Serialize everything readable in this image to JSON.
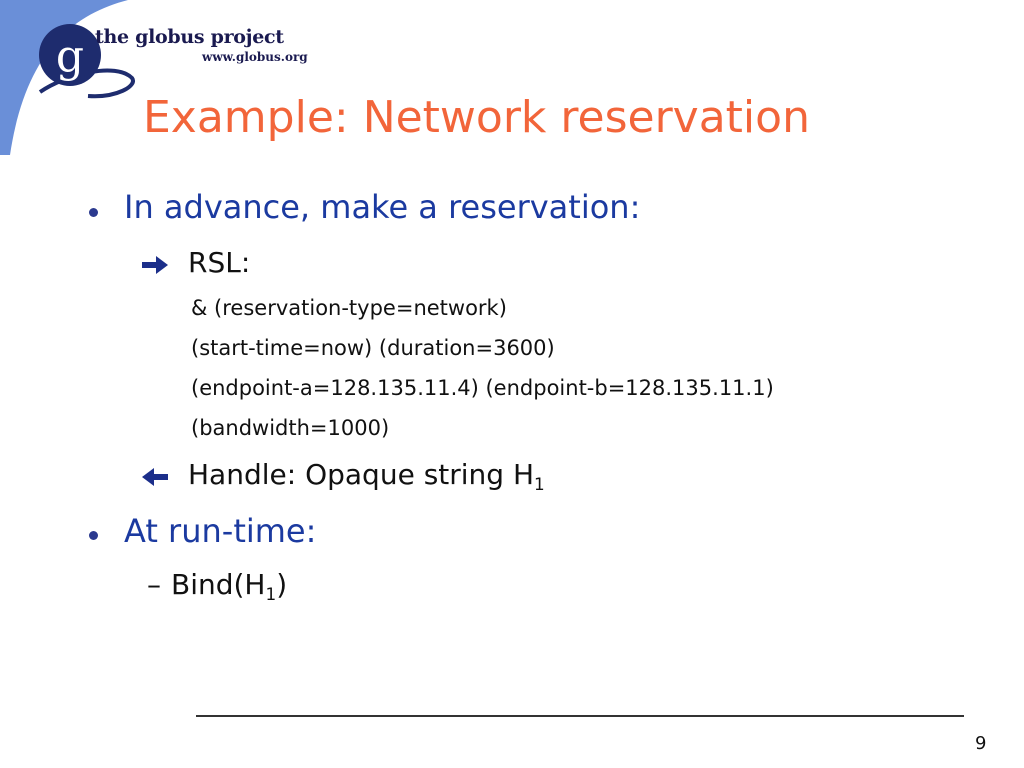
{
  "logo": {
    "name": "the globus project",
    "url": "www.globus.org"
  },
  "title": "Example: Network reservation",
  "bullets": {
    "b1": {
      "text": "In advance, make a reservation:"
    },
    "rsl_label": "RSL:",
    "rsl_lines": [
      "& (reservation-type=network)",
      "(start-time=now) (duration=3600)",
      "(endpoint-a=128.135.11.4) (endpoint-b=128.135.11.1)",
      "(bandwidth=1000)"
    ],
    "handle": {
      "prefix": "Handle: Opaque string H",
      "sub": "1"
    },
    "b2": {
      "text": "At run-time:"
    },
    "bind": {
      "prefix": "Bind(H",
      "sub": "1",
      "suffix": ")"
    },
    "dash": "–"
  },
  "icons": {
    "forward_arrow": "right-arrow-icon",
    "back_arrow": "left-arrow-icon",
    "bullet": "dot-bullet-icon"
  },
  "colors": {
    "title": "#f2653a",
    "level1": "#1b3aa0",
    "swoosh": "#6a8fd8"
  },
  "footer": {
    "page_number": "9"
  }
}
